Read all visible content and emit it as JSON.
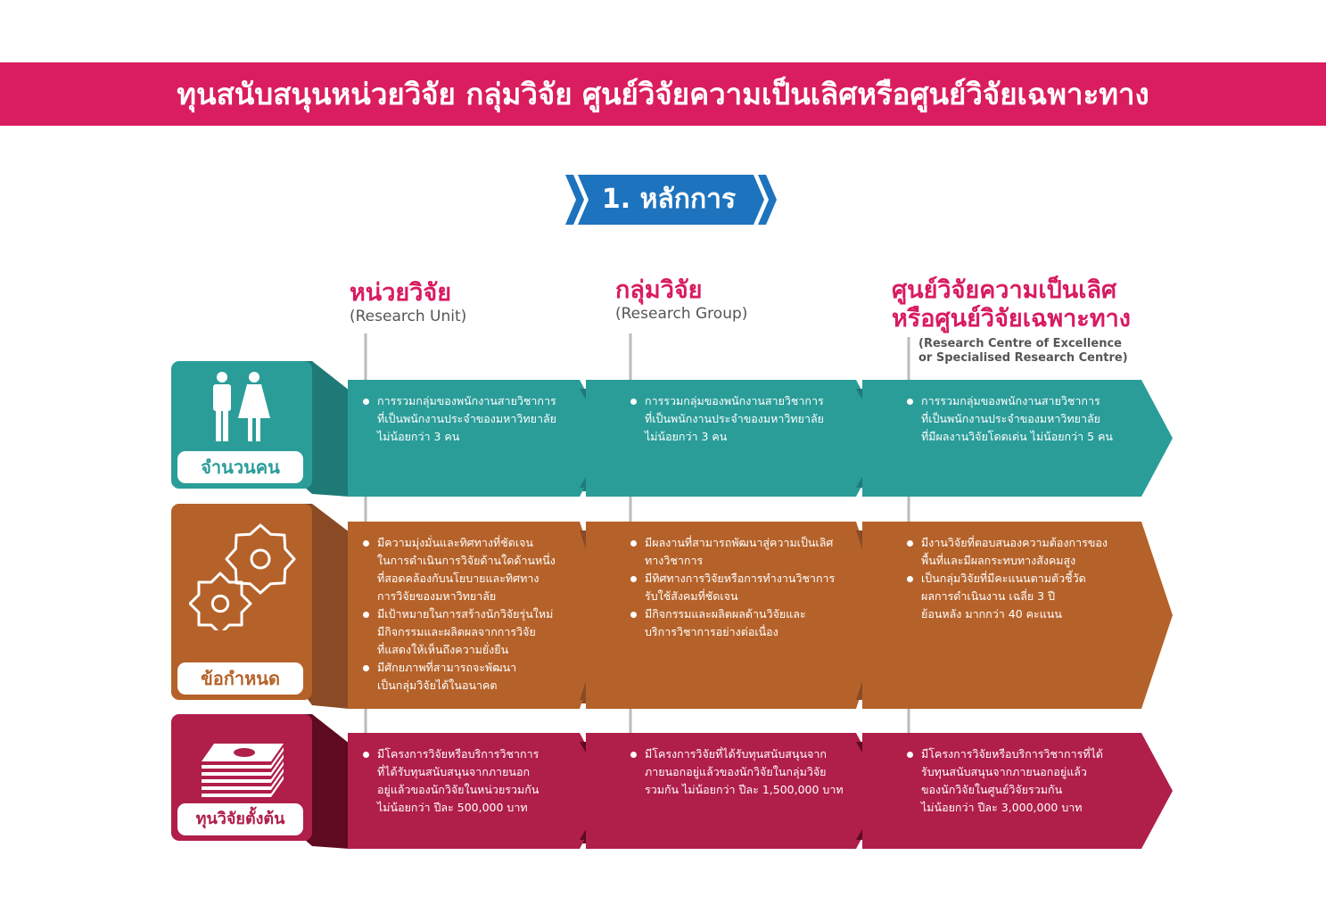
{
  "title": "ทุนสนับสนุนหน่วยวิจัย กลุ่มวิจัย ศูนย์วิจัยความเป็นเลิศหรือศูนย์วิจัยเฉพาะทาง",
  "section": {
    "label": "1. หลักการ",
    "color": "#1E73BE"
  },
  "columns": [
    {
      "title": "หน่วยวิจัย",
      "subtitle": "(Research Unit)"
    },
    {
      "title": "กลุ่มวิจัย",
      "subtitle": "(Research Group)"
    },
    {
      "title_line1": "ศูนย์วิจัยความเป็นเลิศ",
      "title_line2": "หรือศูนย์วิจัยเฉพาะทาง",
      "subtitle_line1": "(Research Centre of Excellence",
      "subtitle_line2": "or Specialised Research Centre)"
    }
  ],
  "rows": [
    {
      "label": "จำนวนคน",
      "icon": "people-icon",
      "color": "#2A9D99",
      "cells": [
        [
          "การรวมกลุ่มของพนักงานสายวิชาการ\nที่เป็นพนักงานประจำของมหาวิทยาลัย\nไม่น้อยกว่า 3 คน"
        ],
        [
          "การรวมกลุ่มของพนักงานสายวิชาการ\nที่เป็นพนักงานประจำของมหาวิทยาลัย\nไม่น้อยกว่า 3 คน"
        ],
        [
          "การรวมกลุ่มของพนักงานสายวิชาการ\nที่เป็นพนักงานประจำของมหาวิทยาลัย\nที่มีผลงานวิจัยโดดเด่น ไม่น้อยกว่า 5 คน"
        ]
      ]
    },
    {
      "label": "ข้อกำหนด",
      "icon": "gears-icon",
      "color": "#B5622A",
      "cells": [
        [
          "มีความมุ่งมั่นและทิศทางที่ชัดเจน\nในการดำเนินการวิจัยด้านใดด้านหนึ่ง\nที่สอดคล้องกับนโยบายและทิศทาง\nการวิจัยของมหาวิทยาลัย",
          "มีเป้าหมายในการสร้างนักวิจัยรุ่นใหม่\nมีกิจกรรมและผลิตผลจากการวิจัย\nที่แสดงให้เห็นถึงความยั่งยืน",
          "มีศักยภาพที่สามารถจะพัฒนา\nเป็นกลุ่มวิจัยได้ในอนาคต"
        ],
        [
          "มีผลงานที่สามารถพัฒนาสู่ความเป็นเลิศ\nทางวิชาการ",
          "มีทิศทางการวิจัยหรือการทำงานวิชาการ\nรับใช้สังคมที่ชัดเจน",
          "มีกิจกรรมและผลิตผลด้านวิจัยและ\nบริการวิชาการอย่างต่อเนื่อง"
        ],
        [
          "มีงานวิจัยที่ตอบสนองความต้องการของ\nพื้นที่และมีผลกระทบทางสังคมสูง",
          "เป็นกลุ่มวิจัยที่มีคะแนนตามตัวชี้วัด\nผลการดำเนินงาน เฉลี่ย 3 ปี\nย้อนหลัง มากกว่า 40 คะแนน"
        ]
      ]
    },
    {
      "label": "ทุนวิจัยตั้งต้น",
      "icon": "money-stack-icon",
      "color": "#B01E4A",
      "cells": [
        [
          "มีโครงการวิจัยหรือบริการวิชาการ\nที่ได้รับทุนสนับสนุนจากภายนอก\nอยู่แล้วของนักวิจัยในหน่วยรวมกัน\nไม่น้อยกว่า ปีละ 500,000 บาท"
        ],
        [
          "มีโครงการวิจัยที่ได้รับทุนสนับสนุนจาก\nภายนอกอยู่แล้วของนักวิจัยในกลุ่มวิจัย\nรวมกัน ไม่น้อยกว่า ปีละ 1,500,000 บาท"
        ],
        [
          "มีโครงการวิจัยหรือบริการวิชาการที่ได้\nรับทุนสนับสนุนจากภายนอกอยู่แล้ว\nของนักวิจัยในศูนย์วิจัยรวมกัน\nไม่น้อยกว่า ปีละ 3,000,000 บาท"
        ]
      ]
    }
  ]
}
